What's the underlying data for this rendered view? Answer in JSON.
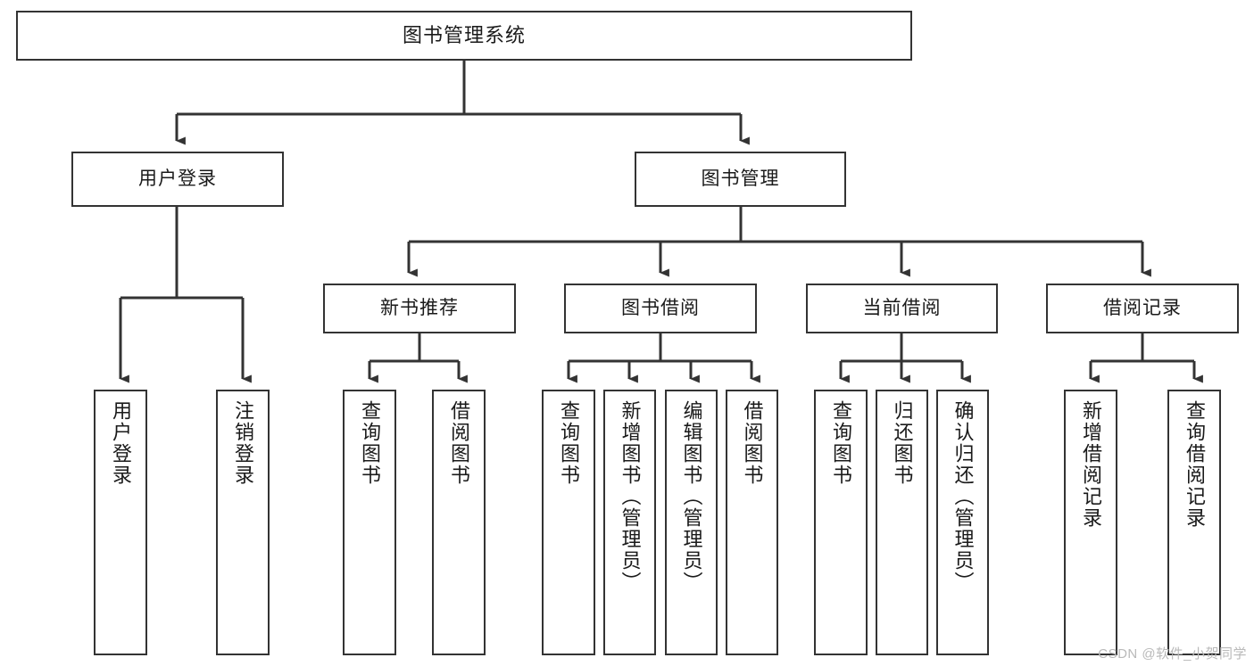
{
  "diagram": {
    "title": "图书管理系统",
    "type": "tree-hierarchy-diagram",
    "watermark": "CSDN @软件_小贺同学",
    "colors": {
      "box_border": "#333333",
      "box_fill": "#ffffff",
      "connector": "#333333",
      "text": "#1a1a1a",
      "watermark": "#b9b9b9",
      "background": "#ffffff"
    },
    "root": {
      "label": "图书管理系统"
    },
    "level2": [
      {
        "label": "用户登录"
      },
      {
        "label": "图书管理"
      }
    ],
    "level3": [
      {
        "label": "新书推荐"
      },
      {
        "label": "图书借阅"
      },
      {
        "label": "当前借阅"
      },
      {
        "label": "借阅记录"
      }
    ],
    "leaves": {
      "user_login": [
        {
          "label": "用户登录"
        },
        {
          "label": "注销登录"
        }
      ],
      "new_book_recommend": [
        {
          "label": "查询图书"
        },
        {
          "label": "借阅图书"
        }
      ],
      "book_borrow": [
        {
          "label": "查询图书"
        },
        {
          "label": "新增图书（管理员）"
        },
        {
          "label": "编辑图书（管理员）"
        },
        {
          "label": "借阅图书"
        }
      ],
      "current_borrow": [
        {
          "label": "查询图书"
        },
        {
          "label": "归还图书"
        },
        {
          "label": "确认归还（管理员）"
        }
      ],
      "borrow_record": [
        {
          "label": "新增借阅记录"
        },
        {
          "label": "查询借阅记录"
        }
      ]
    }
  }
}
